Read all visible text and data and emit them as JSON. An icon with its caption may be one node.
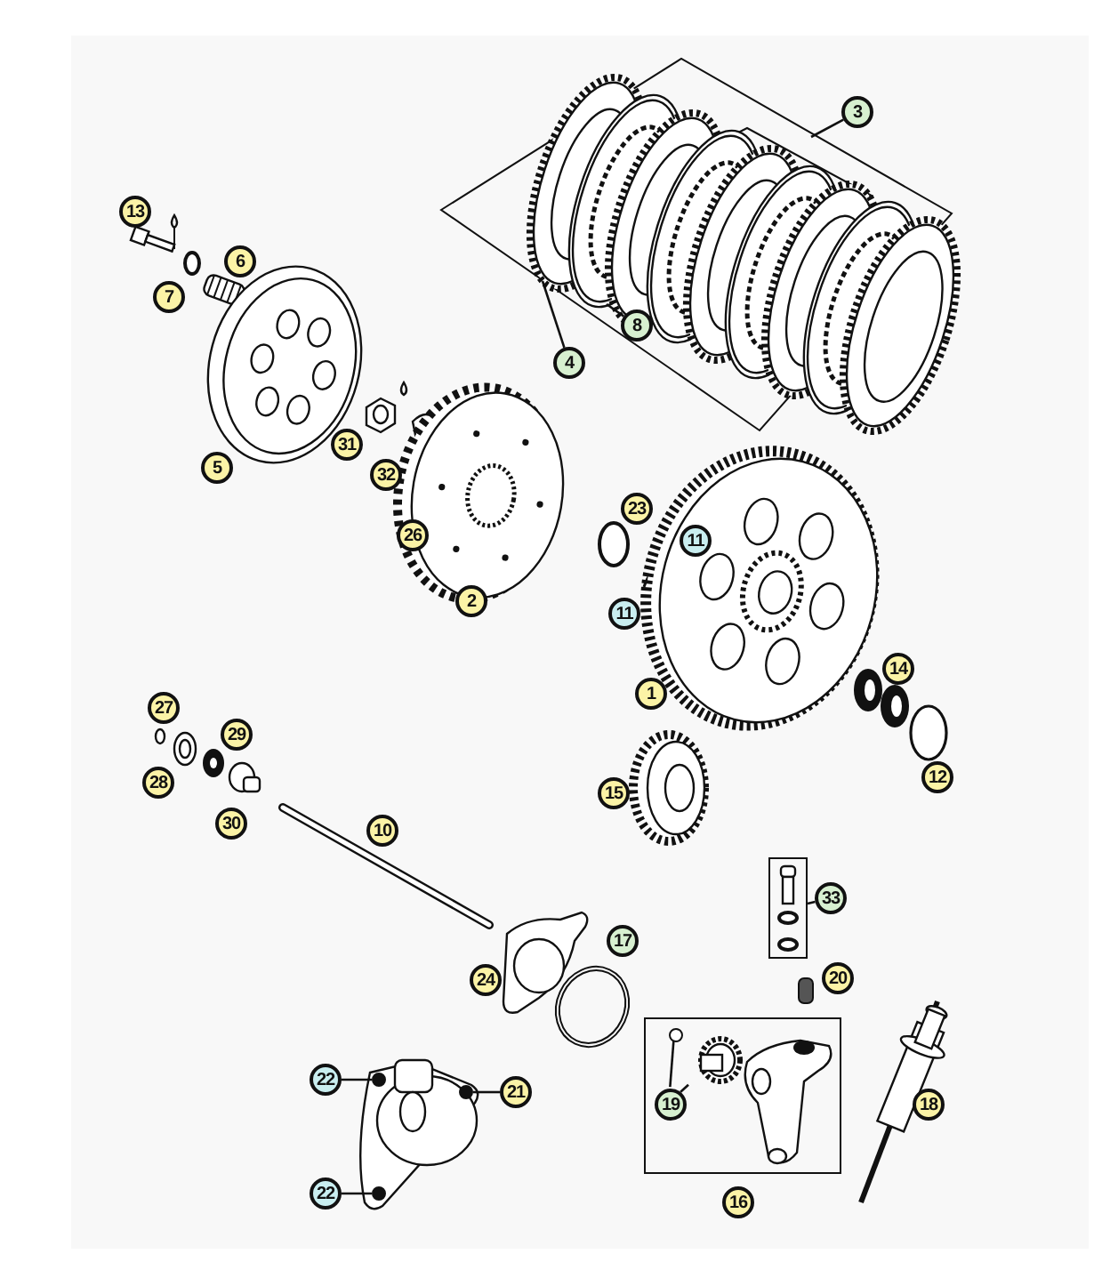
{
  "diagram": {
    "nodes": [
      {
        "text": [
          "3"
        ]
      },
      {
        "text": [
          "13"
        ]
      },
      {
        "text": [
          "6"
        ]
      },
      {
        "text": [
          "7"
        ]
      },
      {
        "text": [
          "8"
        ]
      },
      {
        "text": [
          "4"
        ]
      },
      {
        "text": [
          "31"
        ]
      },
      {
        "text": [
          "5"
        ]
      },
      {
        "text": [
          "32"
        ]
      },
      {
        "text": [
          "26"
        ]
      },
      {
        "text": [
          "23"
        ]
      },
      {
        "text": [
          "11"
        ]
      },
      {
        "text": [
          "2"
        ]
      },
      {
        "text": [
          "11"
        ]
      },
      {
        "text": [
          "1"
        ]
      },
      {
        "text": [
          "14"
        ]
      },
      {
        "text": [
          "27"
        ]
      },
      {
        "text": [
          "29"
        ]
      },
      {
        "text": [
          "28"
        ]
      },
      {
        "text": [
          "12"
        ]
      },
      {
        "text": [
          "15"
        ]
      },
      {
        "text": [
          "30"
        ]
      },
      {
        "text": [
          "10"
        ]
      },
      {
        "text": [],
        "shape": "box"
      },
      {
        "text": [
          "33"
        ]
      },
      {
        "text": [
          "17"
        ]
      },
      {
        "text": [
          "24"
        ]
      },
      {
        "text": [
          "20"
        ]
      },
      {
        "text": [],
        "shape": "box"
      },
      {
        "text": [
          "19"
        ],
        "in": 28
      },
      {
        "text": [],
        "shape": "circle",
        "in": 28
      },
      {
        "text": [],
        "shape": "picture",
        "in": 28
      },
      {
        "text": [
          "22"
        ]
      },
      {
        "text": [],
        "shape": "circle"
      },
      {
        "text": [
          "21"
        ]
      },
      {
        "text": [],
        "shape": "circle"
      },
      {
        "text": [
          "22"
        ]
      },
      {
        "text": [],
        "shape": "circle"
      },
      {
        "text": [
          "18"
        ]
      },
      {
        "text": [
          "16"
        ]
      }
    ],
    "edges": [
      {
        "from": 0,
        "to": null,
        "arrow": "none"
      },
      {
        "from": 4,
        "to": null,
        "arrow": "none"
      },
      {
        "from": 5,
        "to": null,
        "arrow": "none"
      },
      {
        "from": 24,
        "to": 23,
        "arrow": "none"
      },
      {
        "from": 29,
        "to": 30,
        "arrow": "none"
      },
      {
        "from": 29,
        "to": 31,
        "arrow": "none"
      },
      {
        "from": 32,
        "to": 33,
        "arrow": "none"
      },
      {
        "from": 34,
        "to": 35,
        "arrow": "none"
      },
      {
        "from": 36,
        "to": 37,
        "arrow": "none"
      }
    ]
  }
}
